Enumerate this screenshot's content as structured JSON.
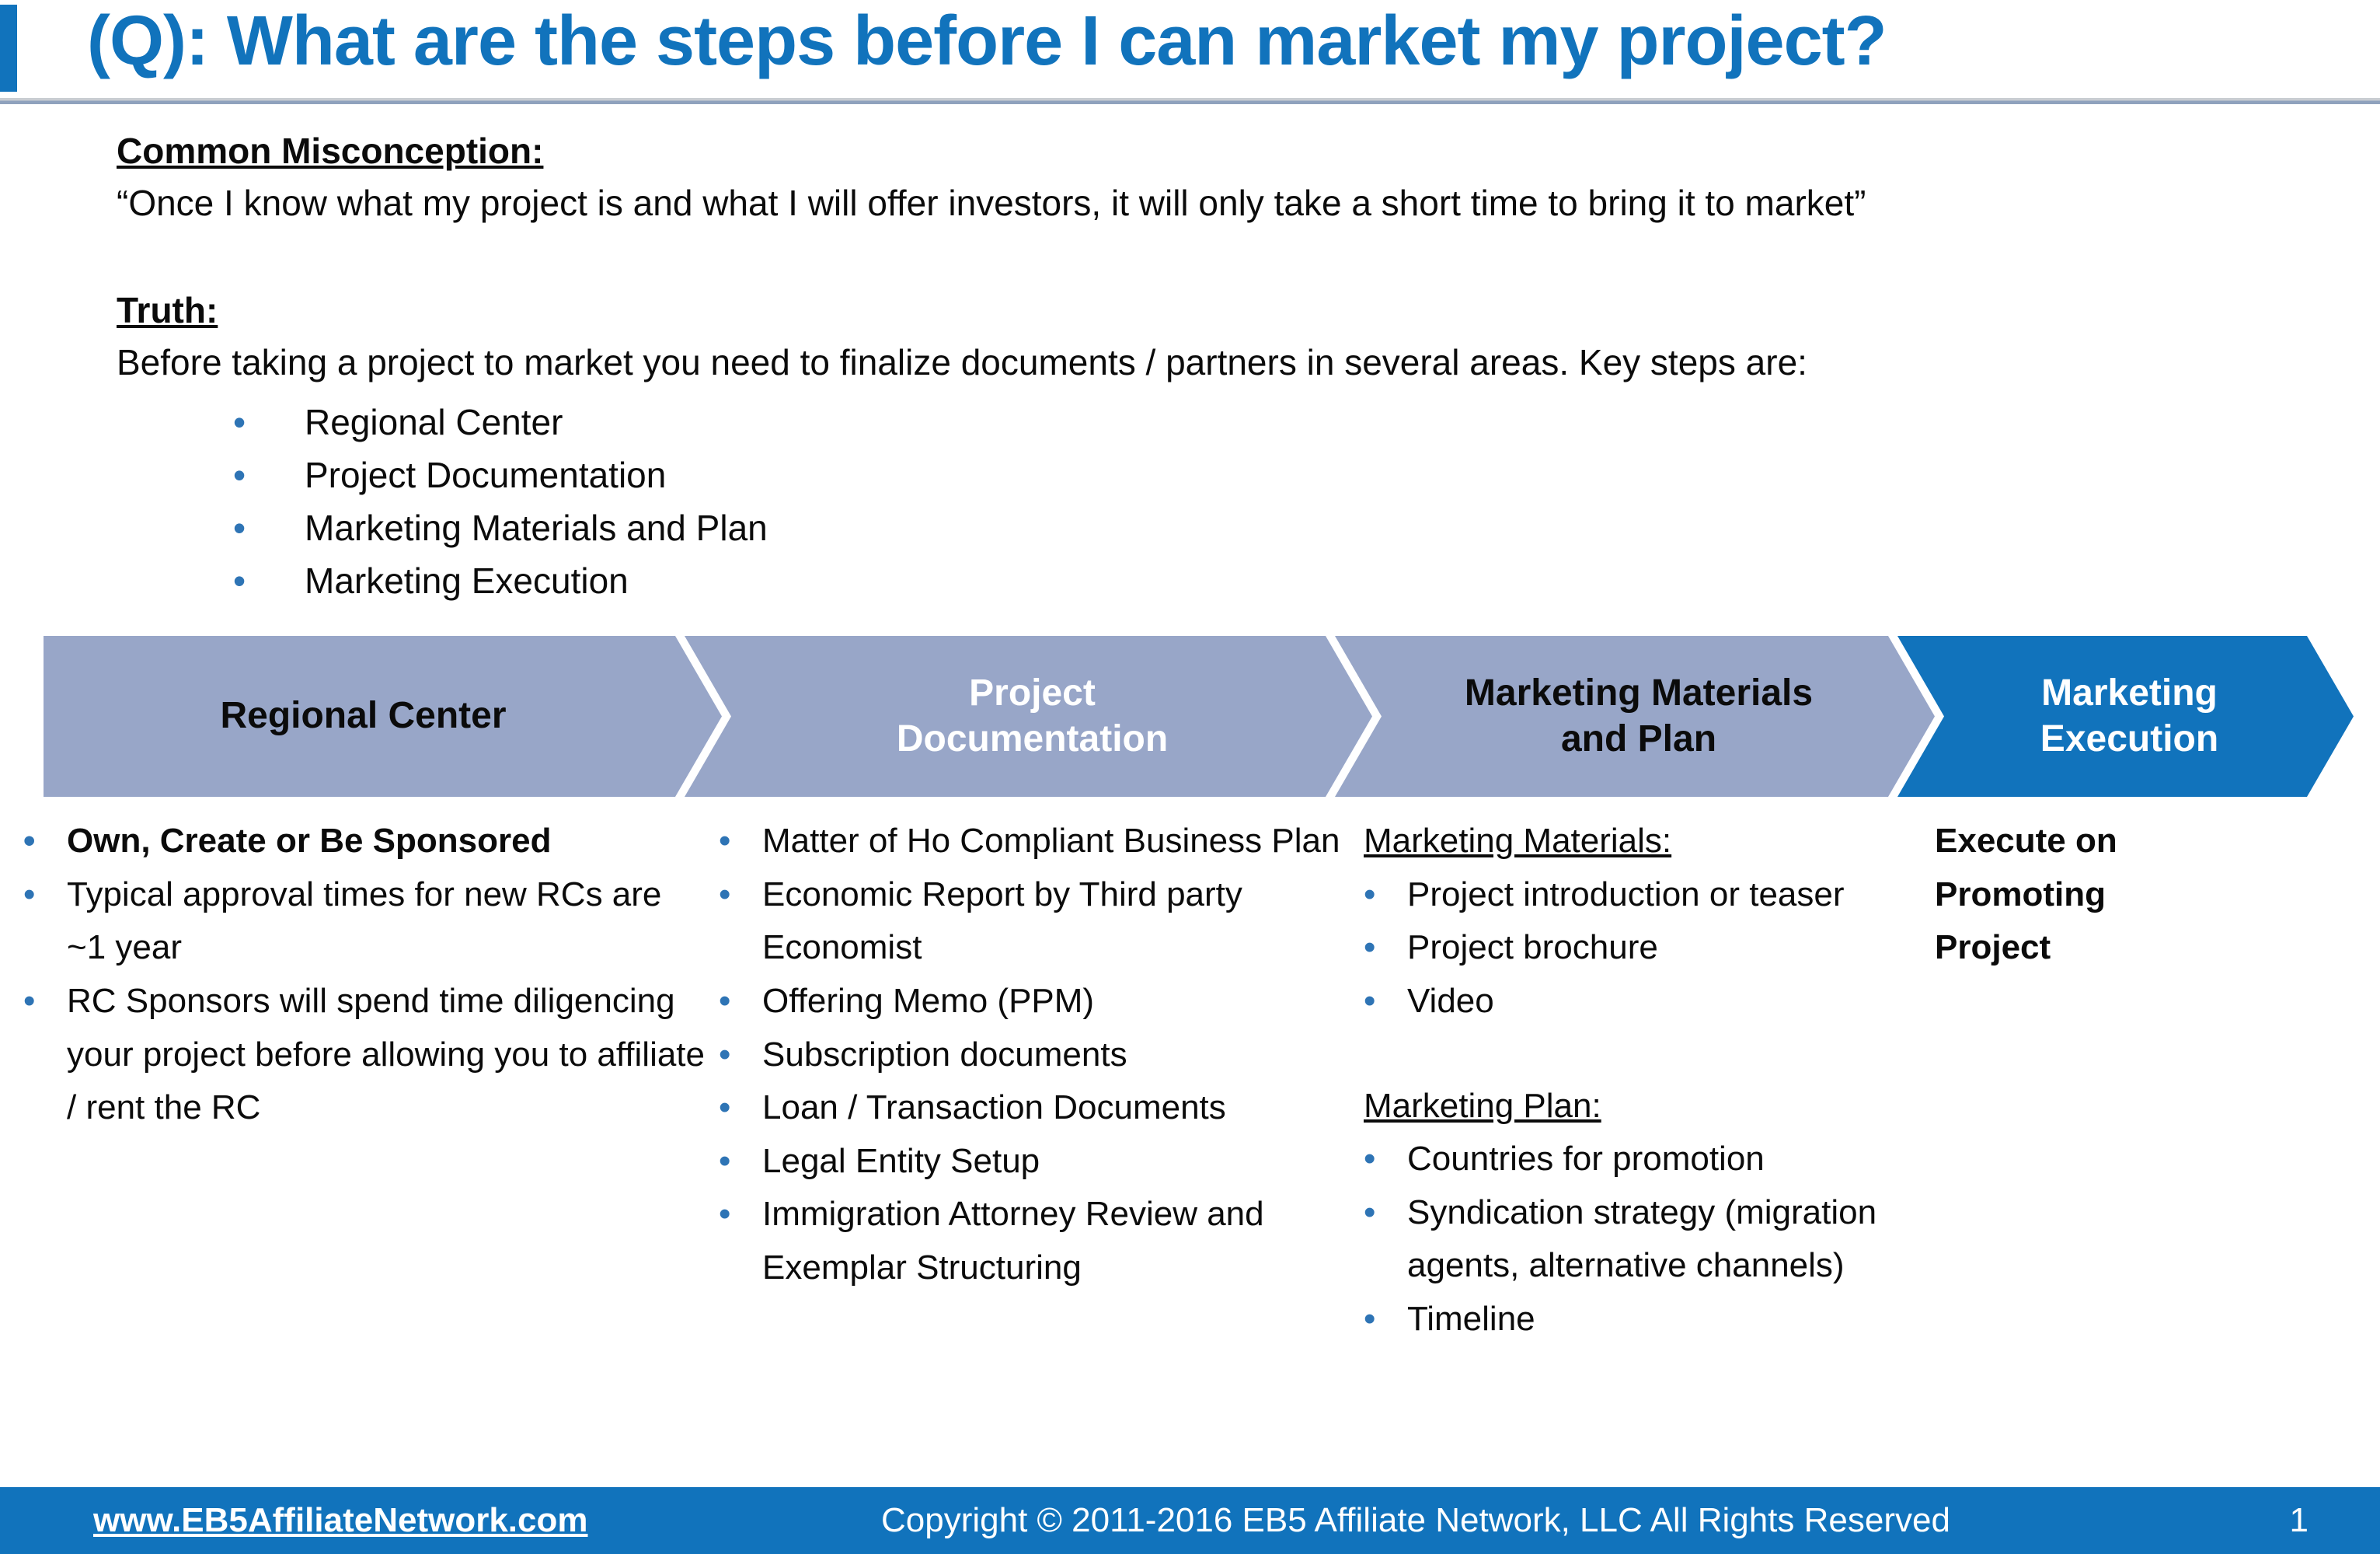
{
  "colors": {
    "brand-blue": "#1173BC",
    "steel-blue": "#98A6C8",
    "bullet-blue": "#2E74B5",
    "text-black": "#0B0B0B",
    "divider-gray": "#A9AFB6"
  },
  "slide": {
    "title": "(Q): What are the steps before I can market my project?"
  },
  "intro": {
    "misconception_heading": "Common Misconception:",
    "misconception_text": "“Once I know what my project is and what I will offer investors, it will only take a short time to bring it to market”",
    "truth_heading": "Truth:",
    "truth_text": "Before taking a project to market you need to finalize documents / partners in several areas. Key steps are:",
    "key_steps": [
      "Regional Center",
      "Project Documentation",
      "Marketing Materials and Plan",
      "Marketing Execution"
    ]
  },
  "chevrons": [
    {
      "label": "Regional Center",
      "bg": "#98A6C8",
      "text_color": "#0B0B0B"
    },
    {
      "label": "Project Documentation",
      "bg": "#98A6C8",
      "text_color": "#FFFFFF"
    },
    {
      "label": "Marketing Materials and Plan",
      "bg": "#98A6C8",
      "text_color": "#0B0B0B"
    },
    {
      "label": "Marketing Execution",
      "bg": "#1173BC",
      "text_color": "#FFFFFF"
    }
  ],
  "columns": {
    "regional_center": {
      "items": [
        "Own, Create or Be Sponsored",
        "Typical approval times for new RCs are ~1 year",
        "RC Sponsors will spend time diligencing your project before allowing you to affiliate / rent the RC"
      ]
    },
    "project_documentation": {
      "items": [
        "Matter of Ho Compliant Business Plan",
        "Economic Report by Third party Economist",
        "Offering Memo (PPM)",
        "Subscription documents",
        "Loan / Transaction Documents",
        "Legal Entity Setup",
        "Immigration Attorney Review and Exemplar Structuring"
      ]
    },
    "marketing_materials_plan": {
      "materials_heading": "Marketing Materials:",
      "materials_items": [
        "Project introduction or teaser",
        "Project brochure",
        "Video"
      ],
      "plan_heading": "Marketing Plan:",
      "plan_items": [
        "Countries for promotion",
        "Syndication strategy (migration agents, alternative channels)",
        "Timeline"
      ]
    },
    "marketing_execution": {
      "text": "Execute on Promoting Project"
    }
  },
  "footer": {
    "website": "www.EB5AffiliateNetwork.com",
    "copyright": "Copyright © 2011-2016 EB5 Affiliate Network, LLC All Rights Reserved",
    "page_number": "1"
  }
}
